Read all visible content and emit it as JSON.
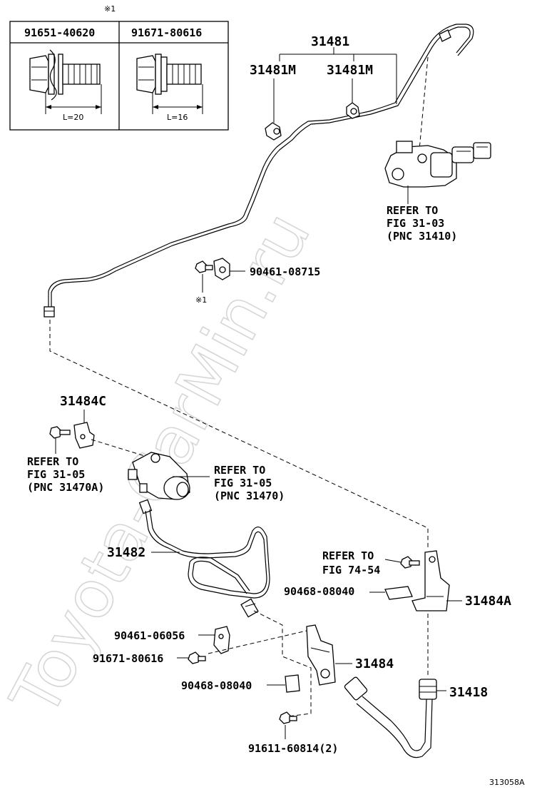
{
  "watermark": "Toyota-CarMin.ru",
  "footnote_mark": "※1",
  "inset_table": {
    "headers": [
      "91651-40620",
      "91671-80616"
    ],
    "lengths": [
      "L=20",
      "L=16"
    ]
  },
  "callouts": {
    "p31481": "31481",
    "p31481m_left": "31481M",
    "p31481m_right": "31481M",
    "ref_master_cyl": [
      "REFER TO",
      "FIG 31-03",
      "(PNC 31410)"
    ],
    "p90461_08715": "90461-08715",
    "mark_1": "※1",
    "p31484c": "31484C",
    "ref_release_left": [
      "REFER TO",
      "FIG 31-05",
      "(PNC 31470A)"
    ],
    "ref_release_right": [
      "REFER TO",
      "FIG 31-05",
      "(PNC 31470)"
    ],
    "p31482": "31482",
    "ref_fig74": [
      "REFER TO",
      "FIG 74-54"
    ],
    "p90468_08040_upper": "90468-08040",
    "p31484a": "31484A",
    "p90461_06056": "90461-06056",
    "p91671_80616": "91671-80616",
    "p31484": "31484",
    "p90468_08040_lower": "90468-08040",
    "p31418": "31418",
    "p91611_60814": "91611-60814(2)"
  },
  "figure_id": "313058A"
}
